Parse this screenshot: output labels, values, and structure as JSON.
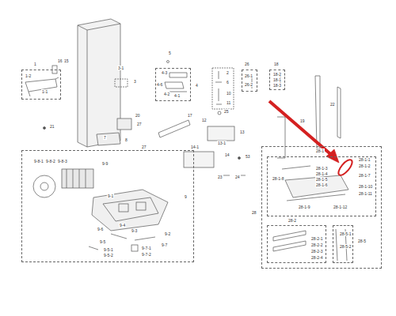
{
  "diagram": {
    "nodes": [
      {
        "text": [
          "1"
        ]
      },
      {
        "text": [
          "4"
        ]
      },
      {
        "text": [
          "26"
        ]
      },
      {
        "text": [
          "18"
        ]
      },
      {
        "text": [
          "9"
        ]
      },
      {
        "text": [
          "28"
        ]
      },
      {
        "text": [
          "28-1"
        ],
        "in": 5
      },
      {
        "text": [
          "28-2"
        ],
        "in": 5
      },
      {
        "text": [
          "28-5"
        ],
        "in": 5
      }
    ],
    "labels": [
      "1-2",
      "1-1",
      "16",
      "15",
      "5",
      "3-1",
      "3",
      "4-3",
      "4-6",
      "4-2",
      "4-1",
      "2",
      "6",
      "10",
      "11",
      "25",
      "26-1",
      "26-2",
      "18-2",
      "18-1",
      "18-3",
      "22",
      "19",
      "21",
      "20",
      "27",
      "7",
      "8",
      "27",
      "17",
      "12",
      "13",
      "13-1",
      "14",
      "14-1",
      "53",
      "23",
      "24",
      "9-9",
      "9-8-1",
      "9-8-2",
      "9-8-3",
      "9-1",
      "9-4",
      "9-6",
      "9-3",
      "9-2",
      "9-5",
      "9-5-1",
      "9-5-2",
      "9-7",
      "9-7-1",
      "9-7-2",
      "28-1-1",
      "28-1-2",
      "28-1-3",
      "28-1-4",
      "28-1-5",
      "28-1-6",
      "28-1-7",
      "28-1-8",
      "28-1-9",
      "28-1-10",
      "28-1-11",
      "28-1-12",
      "28-2-1",
      "28-2-2",
      "28-2-3",
      "28-2-4",
      "28-5-1",
      "28-5-2"
    ]
  }
}
